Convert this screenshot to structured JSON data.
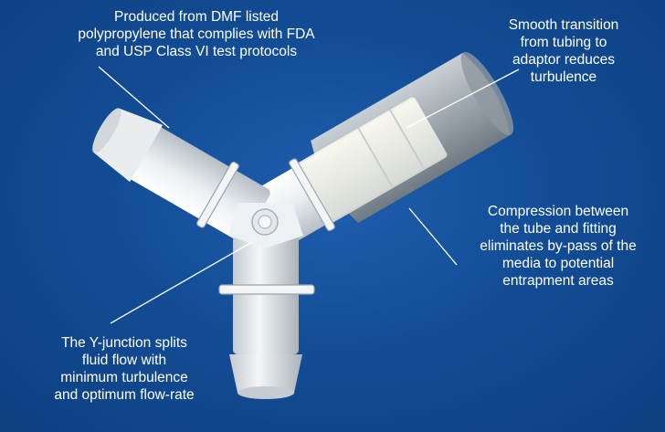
{
  "callouts": {
    "dmf": {
      "lines": [
        "Produced from DMF listed",
        "polypropylene that complies with FDA",
        "and USP Class VI test protocols"
      ]
    },
    "transition": {
      "lines": [
        "Smooth transition",
        "from tubing to",
        "adaptor reduces",
        "turbulence"
      ]
    },
    "compression": {
      "lines": [
        "Compression between",
        "the tube and fitting",
        "eliminates by-pass of the",
        "media to potential",
        "entrapment areas"
      ]
    },
    "yjunction": {
      "lines": [
        "The Y-junction splits",
        "fluid flow with",
        "minimum turbulence",
        "and optimum flow-rate"
      ]
    }
  },
  "colors": {
    "background": "#134d96",
    "fitting": "#e8ecee",
    "tubing": "#9aa5ad",
    "text": "#ffffff",
    "leader": "#ffffff"
  }
}
